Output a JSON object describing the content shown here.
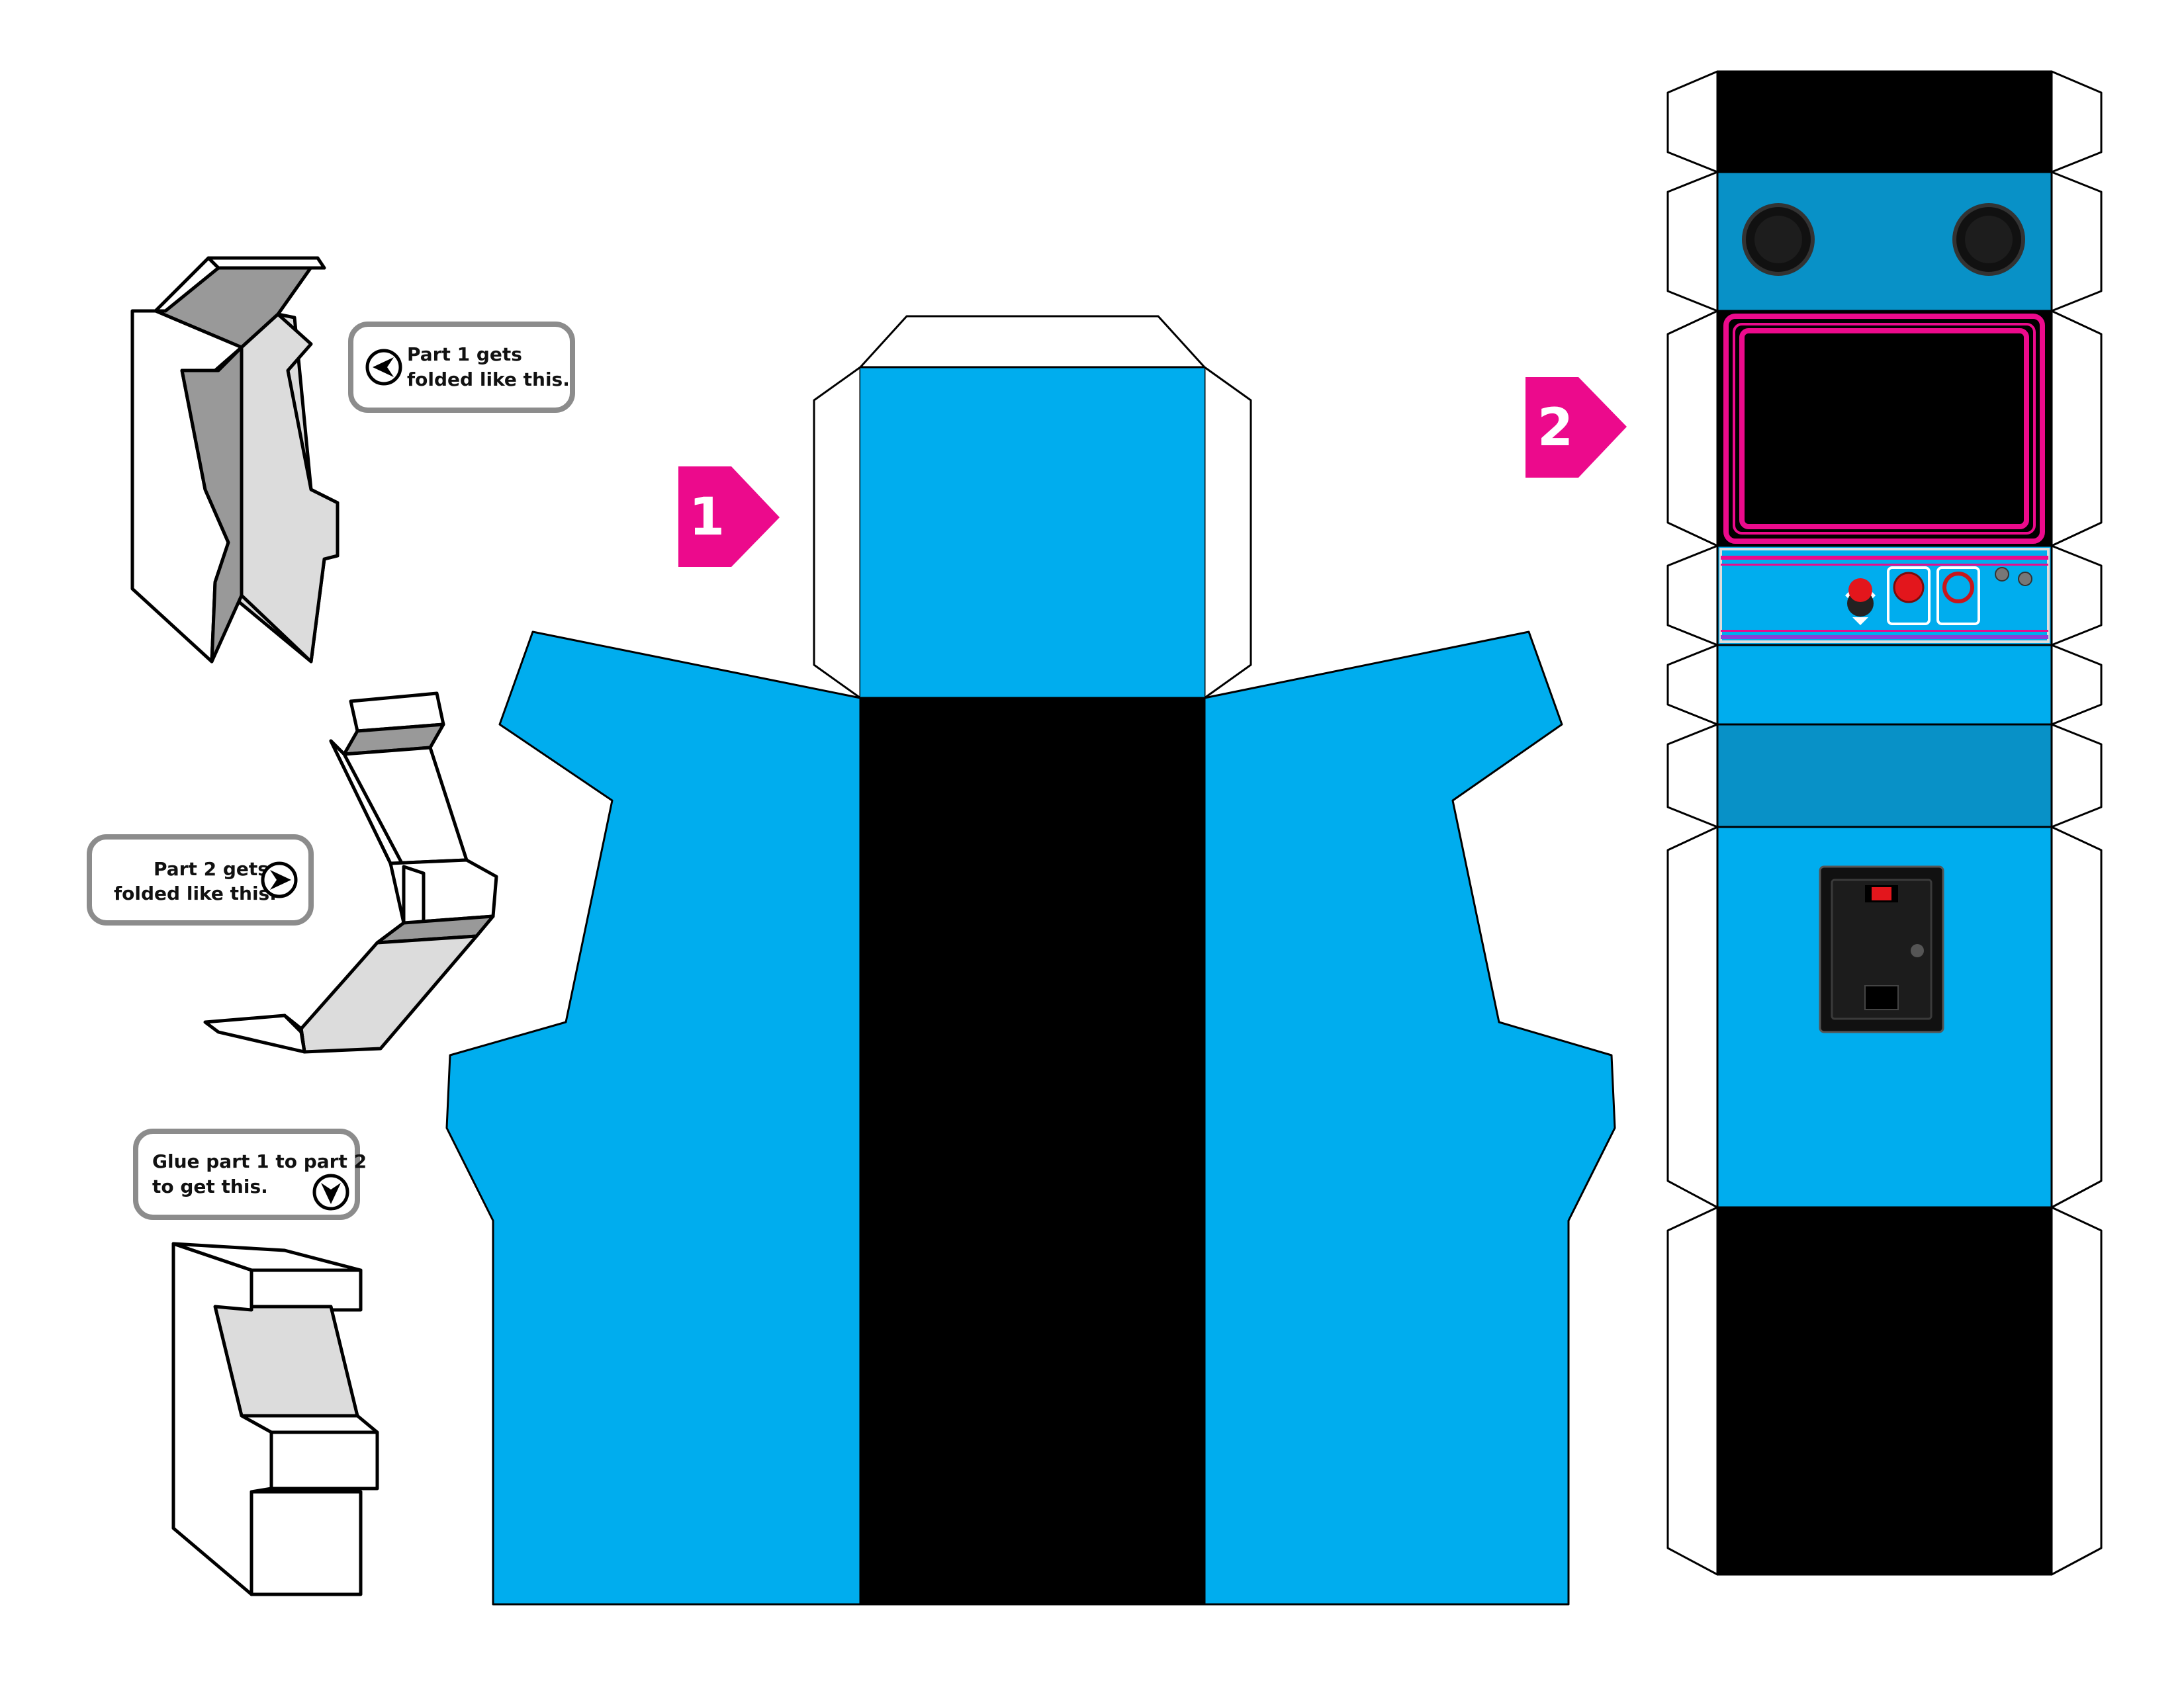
{
  "colors": {
    "cyan": "#00adee",
    "cyan_dark": "#0891c7",
    "black": "#000000",
    "magenta": "#ec0a8c",
    "grey_dark": "#999999",
    "grey_light": "#dcdcdc",
    "callout_border": "#8c8c8c"
  },
  "steps": {
    "part1_number": "1",
    "part2_number": "2"
  },
  "callouts": {
    "part1": {
      "line1": "Part 1 gets",
      "line2": "folded like this."
    },
    "part2": {
      "line1": "Part 2 gets",
      "line2": "folded like this."
    },
    "glue": {
      "line1": "Glue part 1 to part 2",
      "line2": "to get this."
    }
  },
  "icons": {
    "callout_part1": "arrow-left-circle-icon",
    "callout_part2": "arrow-right-circle-icon",
    "callout_glue": "arrow-down-circle-icon",
    "speaker": "speaker-icon",
    "joystick": "joystick-icon",
    "button": "red-button-icon",
    "coin_door": "coin-door-icon"
  }
}
